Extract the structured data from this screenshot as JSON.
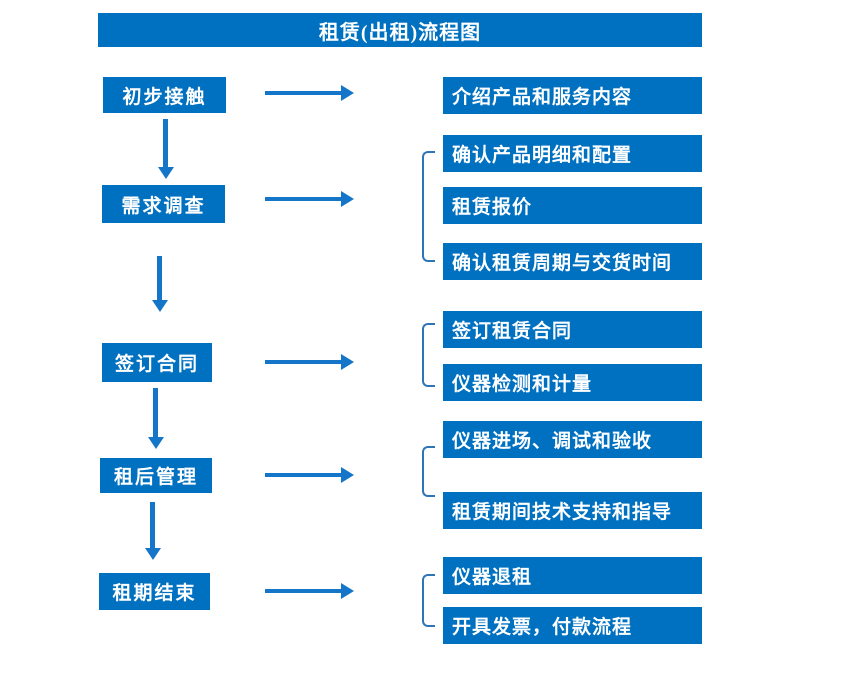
{
  "title": "租赁(出租)流程图",
  "colors": {
    "box_blue": "#0070c0",
    "arrow_blue": "#1575c8",
    "bracket_blue": "#2e75b6",
    "text_white": "#ffffff",
    "bg": "#ffffff"
  },
  "stages": [
    {
      "label": "初步接触",
      "details": [
        "介绍产品和服务内容"
      ]
    },
    {
      "label": "需求调查",
      "details": [
        "确认产品明细和配置",
        "租赁报价",
        "确认租赁周期与交货时间"
      ]
    },
    {
      "label": "签订合同",
      "details": [
        "签订租赁合同",
        "仪器检测和计量"
      ]
    },
    {
      "label": "租后管理",
      "details": [
        "仪器进场、调试和验收",
        "租赁期间技术支持和指导"
      ]
    },
    {
      "label": "租期结束",
      "details": [
        "仪器退租",
        "开具发票，付款流程"
      ]
    }
  ]
}
